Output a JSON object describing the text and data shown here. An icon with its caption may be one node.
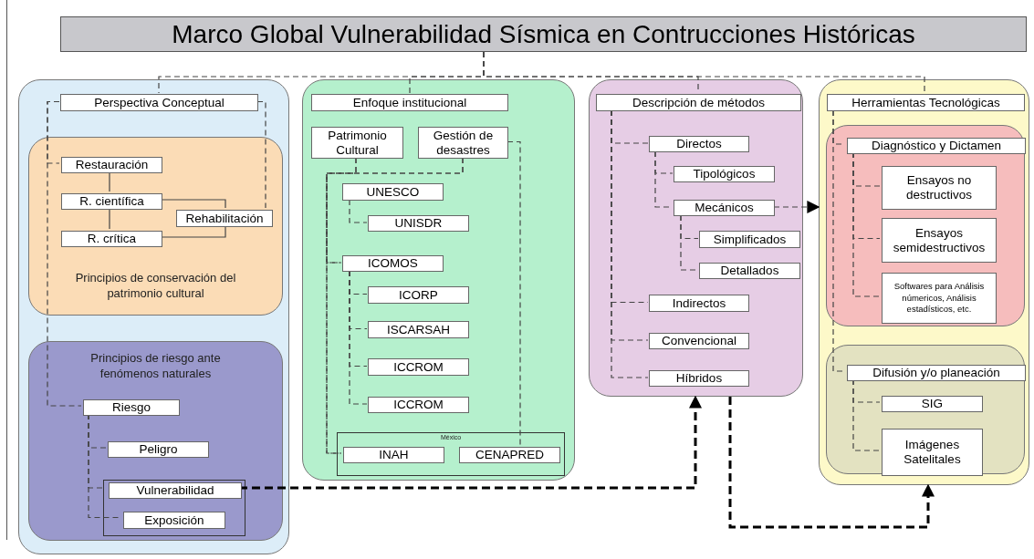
{
  "diagram": {
    "nodes": [
      {
        "text": [
          "Marco Global Vulnerabilidad Sísmica en Contrucciones Históricas"
        ]
      },
      {
        "text": [],
        "shape": "box"
      },
      {
        "text": [
          "Perspectiva Conceptual"
        ],
        "in": 1
      },
      {
        "text": [
          "Principios de conservación del patrimonio cultural"
        ],
        "in": 1
      },
      {
        "text": [
          "Restauración"
        ],
        "in": 3
      },
      {
        "text": [
          "R. científica"
        ],
        "in": 3
      },
      {
        "text": [
          "Rehabilitación"
        ],
        "in": 3
      },
      {
        "text": [
          "R. crítica"
        ],
        "in": 3
      },
      {
        "text": [
          "Principios de riesgo ante fenómenos naturales"
        ],
        "in": 1
      },
      {
        "text": [
          "Riesgo"
        ],
        "in": 8
      },
      {
        "text": [
          "Peligro"
        ],
        "in": 8
      },
      {
        "text": [],
        "shape": "box",
        "in": 8
      },
      {
        "text": [
          "Vulnerabilidad"
        ],
        "in": 11
      },
      {
        "text": [
          "Exposición"
        ],
        "in": 11
      },
      {
        "text": [],
        "shape": "box"
      },
      {
        "text": [
          "Enfoque institucional"
        ],
        "in": 14
      },
      {
        "text": [
          "Patrimonio Cultural"
        ],
        "in": 14
      },
      {
        "text": [
          "Gestión de desastres"
        ],
        "in": 14
      },
      {
        "text": [
          "UNESCO"
        ],
        "in": 14
      },
      {
        "text": [
          "UNISDR"
        ],
        "in": 14
      },
      {
        "text": [
          "ICOMOS"
        ],
        "in": 14
      },
      {
        "text": [
          "ICORP"
        ],
        "in": 14
      },
      {
        "text": [
          "ISCARSAH"
        ],
        "in": 14
      },
      {
        "text": [
          "ICCROM"
        ],
        "in": 14
      },
      {
        "text": [
          "ICCROM"
        ],
        "in": 14
      },
      {
        "text": [
          "México"
        ],
        "in": 14
      },
      {
        "text": [
          "INAH"
        ],
        "in": 25
      },
      {
        "text": [
          "CENAPRED"
        ],
        "in": 25
      },
      {
        "text": [],
        "shape": "box"
      },
      {
        "text": [
          "Descripción de métodos"
        ],
        "in": 28
      },
      {
        "text": [
          "Directos"
        ],
        "in": 28
      },
      {
        "text": [
          "Tipológicos"
        ],
        "in": 28
      },
      {
        "text": [
          "Mecánicos"
        ],
        "in": 28
      },
      {
        "text": [
          "Simplificados"
        ],
        "in": 28
      },
      {
        "text": [
          "Detallados"
        ],
        "in": 28
      },
      {
        "text": [
          "Indirectos"
        ],
        "in": 28
      },
      {
        "text": [
          "Convencional"
        ],
        "in": 28
      },
      {
        "text": [
          "Híbridos"
        ],
        "in": 28
      },
      {
        "text": [],
        "shape": "box"
      },
      {
        "text": [
          "Herramientas Tecnológicas"
        ],
        "in": 38
      },
      {
        "text": [],
        "shape": "box",
        "in": 38
      },
      {
        "text": [
          "Diagnóstico y Dictamen"
        ],
        "in": 40
      },
      {
        "text": [
          "Ensayos no destructivos"
        ],
        "in": 40
      },
      {
        "text": [
          "Ensayos semidestructivos"
        ],
        "in": 40
      },
      {
        "text": [
          "Softwares para Análisis númericos, Análisis estadísticos, etc."
        ],
        "in": 40
      },
      {
        "text": [],
        "shape": "box",
        "in": 38
      },
      {
        "text": [
          "Difusión y/o planeación"
        ],
        "in": 45
      },
      {
        "text": [
          "SIG"
        ],
        "in": 45
      },
      {
        "text": [
          "Imágenes Satelitales"
        ],
        "in": 45
      }
    ],
    "edges": [
      {
        "from": 0,
        "to": 2,
        "arrow": "none",
        "style": "dashed"
      },
      {
        "from": 0,
        "to": 15,
        "arrow": "none",
        "style": "dashed"
      },
      {
        "from": 0,
        "to": 29,
        "arrow": "none",
        "style": "dashed"
      },
      {
        "from": 0,
        "to": 39,
        "arrow": "none",
        "style": "dashed"
      },
      {
        "from": 2,
        "to": 4,
        "arrow": "none",
        "style": "dashed"
      },
      {
        "from": 2,
        "to": 9,
        "arrow": "none",
        "style": "dashed"
      },
      {
        "from": 2,
        "to": 6,
        "arrow": "none",
        "style": "dashed"
      },
      {
        "from": 4,
        "to": 5,
        "arrow": "none"
      },
      {
        "from": 5,
        "to": 7,
        "arrow": "none"
      },
      {
        "from": 5,
        "to": 6,
        "arrow": "none"
      },
      {
        "from": 7,
        "to": 6,
        "arrow": "none"
      },
      {
        "from": 9,
        "to": 10,
        "arrow": "none",
        "style": "dashed"
      },
      {
        "from": 9,
        "to": 12,
        "arrow": "none",
        "style": "dashed"
      },
      {
        "from": 9,
        "to": 13,
        "arrow": "none",
        "style": "dashed"
      },
      {
        "from": 12,
        "to": 28,
        "arrow": "to",
        "style": "dashed",
        "color": "#000000"
      },
      {
        "from": 16,
        "to": 20,
        "arrow": "none",
        "style": "dashed"
      },
      {
        "from": 16,
        "to": 26,
        "arrow": "none",
        "style": "dashed"
      },
      {
        "from": 17,
        "to": 20,
        "arrow": "none",
        "style": "dashed"
      },
      {
        "from": 17,
        "to": 26,
        "arrow": "none",
        "style": "dashed"
      },
      {
        "from": 17,
        "to": 27,
        "arrow": "none",
        "style": "dashed"
      },
      {
        "from": 18,
        "to": 19,
        "arrow": "none",
        "style": "dashed"
      },
      {
        "from": 20,
        "to": 21,
        "arrow": "none",
        "style": "dashed"
      },
      {
        "from": 20,
        "to": 22,
        "arrow": "none",
        "style": "dashed"
      },
      {
        "from": 20,
        "to": 23,
        "arrow": "none",
        "style": "dashed"
      },
      {
        "from": 20,
        "to": 24,
        "arrow": "none",
        "style": "dashed"
      },
      {
        "from": 29,
        "to": 30,
        "arrow": "none",
        "style": "dashed"
      },
      {
        "from": 29,
        "to": 35,
        "arrow": "none",
        "style": "dashed"
      },
      {
        "from": 29,
        "to": 36,
        "arrow": "none",
        "style": "dashed"
      },
      {
        "from": 29,
        "to": 37,
        "arrow": "none",
        "style": "dashed"
      },
      {
        "from": 30,
        "to": 31,
        "arrow": "none",
        "style": "dashed"
      },
      {
        "from": 30,
        "to": 32,
        "arrow": "none",
        "style": "dashed"
      },
      {
        "from": 32,
        "to": 33,
        "arrow": "none",
        "style": "dashed"
      },
      {
        "from": 32,
        "to": 34,
        "arrow": "none",
        "style": "dashed"
      },
      {
        "from": 32,
        "to": 38,
        "arrow": "to",
        "style": "dashed"
      },
      {
        "from": 28,
        "to": 38,
        "arrow": "to",
        "style": "dashed",
        "color": "#000000"
      },
      {
        "from": 39,
        "to": 41,
        "arrow": "none",
        "style": "dashed"
      },
      {
        "from": 39,
        "to": 46,
        "arrow": "none",
        "style": "dashed"
      },
      {
        "from": 41,
        "to": 42,
        "arrow": "none",
        "style": "dashed"
      },
      {
        "from": 41,
        "to": 43,
        "arrow": "none",
        "style": "dashed"
      },
      {
        "from": 41,
        "to": 44,
        "arrow": "none",
        "style": "dashed"
      },
      {
        "from": 46,
        "to": 47,
        "arrow": "none",
        "style": "dashed"
      },
      {
        "from": 46,
        "to": 48,
        "arrow": "none",
        "style": "dashed"
      }
    ]
  }
}
